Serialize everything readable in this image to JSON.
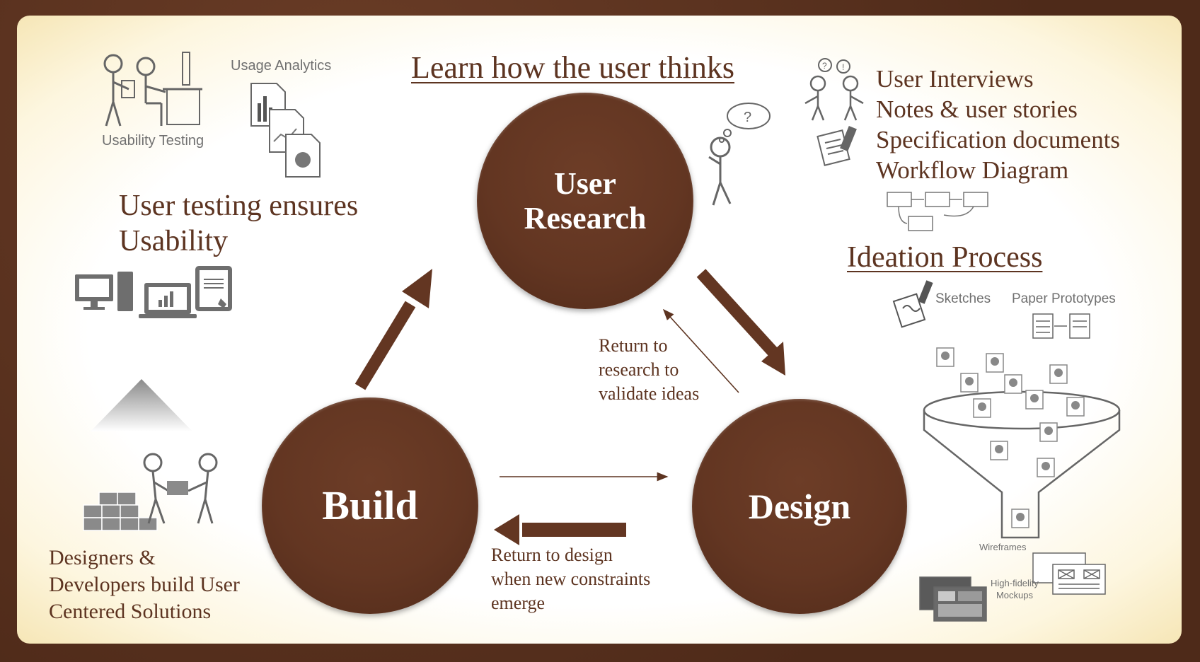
{
  "headings": {
    "learn": "Learn how the user thinks",
    "ideation": "Ideation Process",
    "testing_line1": "User testing ensures",
    "testing_line2": "Usability"
  },
  "cycle": {
    "research_line1": "User",
    "research_line2": "Research",
    "design": "Design",
    "build": "Build"
  },
  "research_items": [
    "User Interviews",
    "Notes & user stories",
    "Specification documents",
    "Workflow Diagram"
  ],
  "notes": {
    "validate": [
      "Return to",
      "research to",
      "validate ideas"
    ],
    "constraints": [
      "Return to design",
      "when new constraints",
      "emerge"
    ],
    "designers": [
      "Designers &",
      "Developers build User",
      "Centered Solutions"
    ]
  },
  "icon_labels": {
    "usability_testing": "Usability Testing",
    "usage_analytics": "Usage Analytics",
    "sketches": "Sketches",
    "paper_prototypes": "Paper Prototypes",
    "wireframes": "Wireframes",
    "hifi_line1": "High-fidelity",
    "hifi_line2": "Mockups"
  },
  "colors": {
    "brown": "#633622",
    "text_brown": "#5d3421",
    "icon_gray": "#707070"
  }
}
